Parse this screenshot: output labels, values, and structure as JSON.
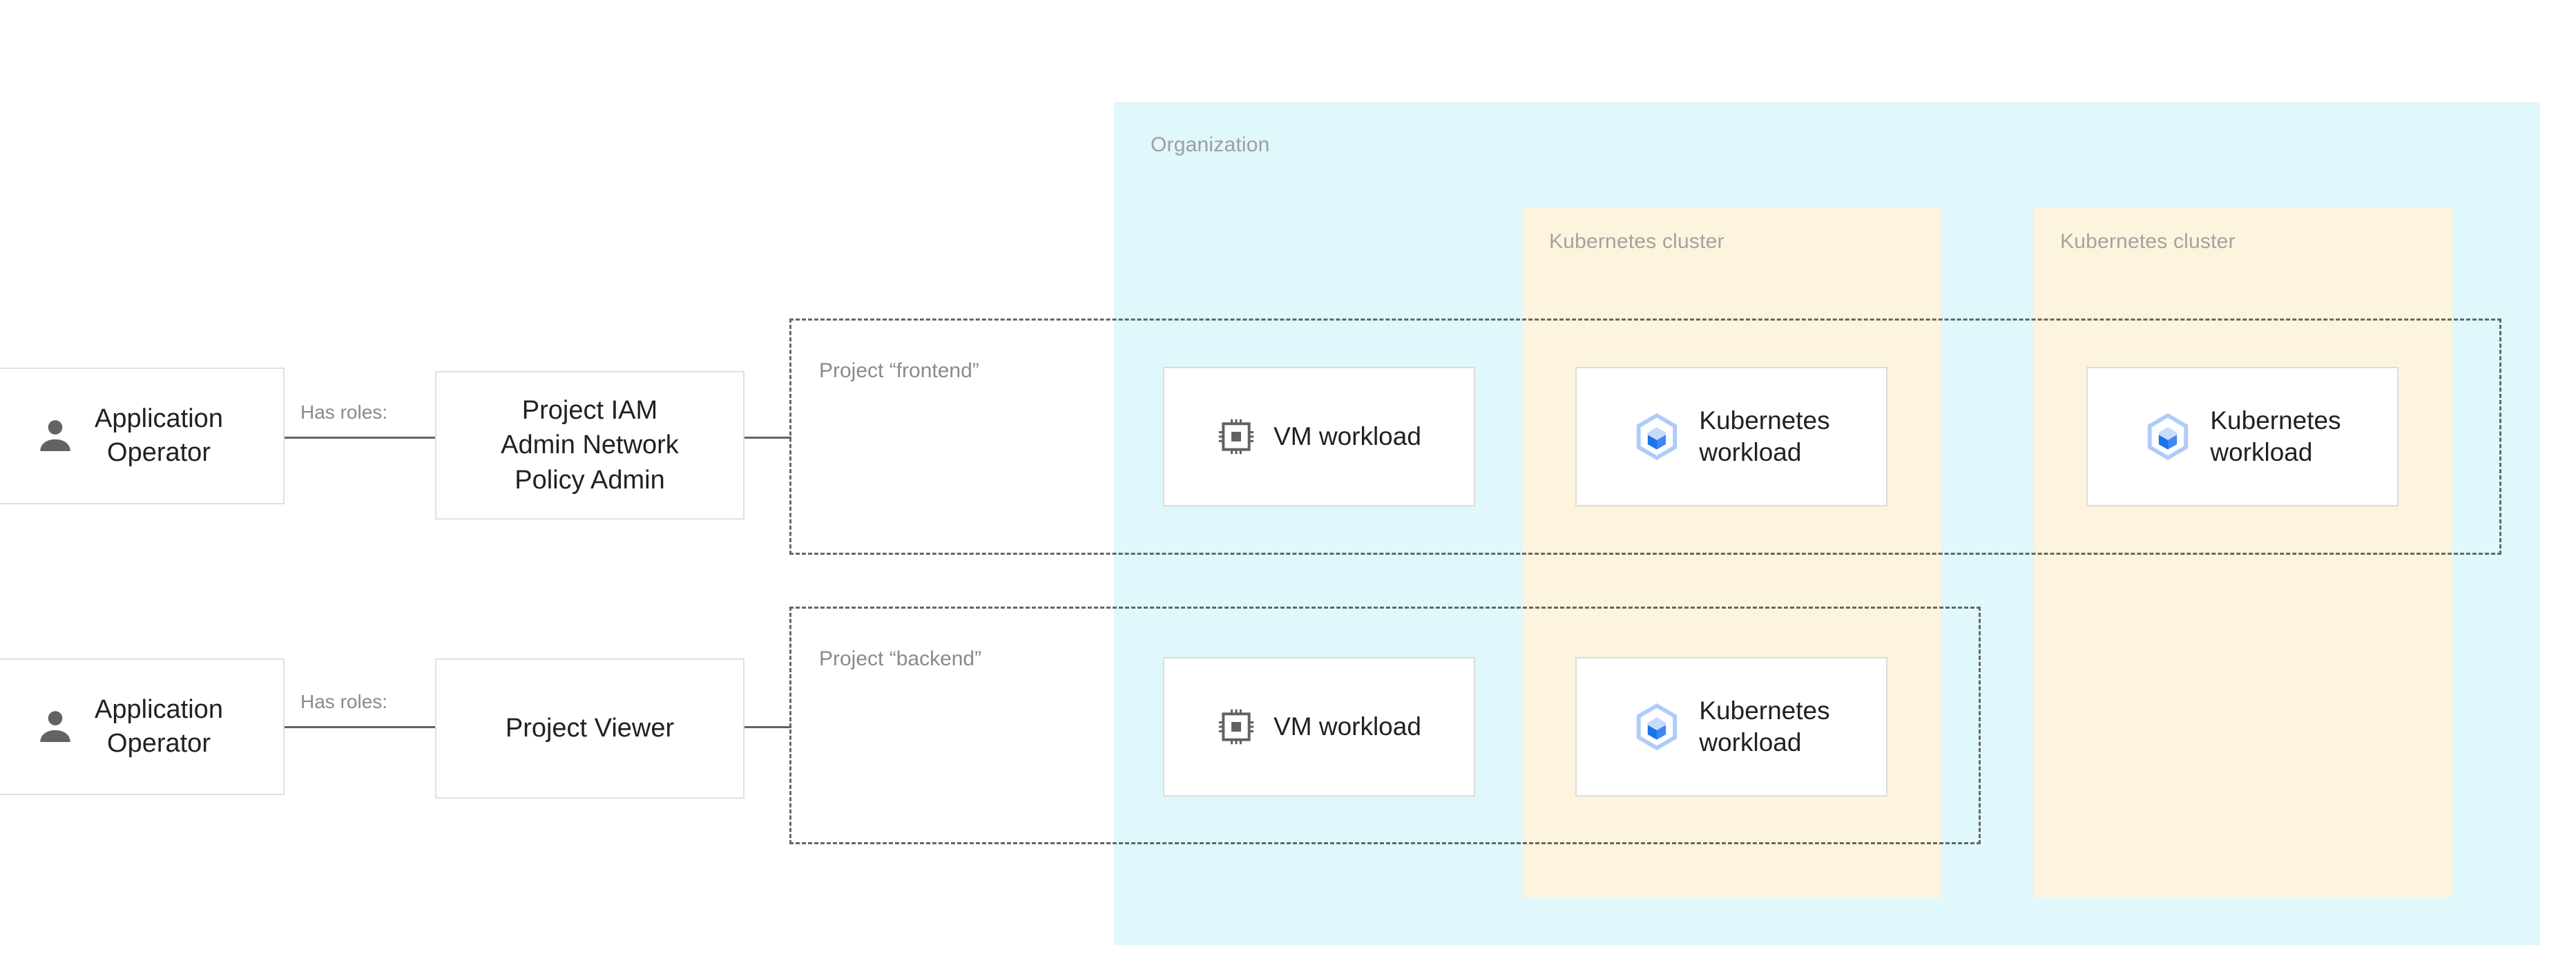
{
  "diagram": {
    "organization": {
      "label": "Organization"
    },
    "clusters": [
      {
        "label": "Kubernetes cluster"
      },
      {
        "label": "Kubernetes cluster"
      }
    ],
    "projects": [
      {
        "label": "Project “frontend”"
      },
      {
        "label": "Project “backend”"
      }
    ],
    "rows": [
      {
        "user": {
          "label": "Application\nOperator",
          "icon": "person-icon"
        },
        "connector_label": "Has roles:",
        "role": {
          "label": "Project IAM\nAdmin Network\nPolicy Admin"
        },
        "workloads": [
          {
            "label": "VM workload",
            "icon": "cpu-chip-icon"
          },
          {
            "label": "Kubernetes\nworkload",
            "icon": "kubernetes-hexagon-icon"
          },
          {
            "label": "Kubernetes\nworkload",
            "icon": "kubernetes-hexagon-icon"
          }
        ]
      },
      {
        "user": {
          "label": "Application\nOperator",
          "icon": "person-icon"
        },
        "connector_label": "Has roles:",
        "role": {
          "label": "Project Viewer"
        },
        "workloads": [
          {
            "label": "VM workload",
            "icon": "cpu-chip-icon"
          },
          {
            "label": "Kubernetes\nworkload",
            "icon": "kubernetes-hexagon-icon"
          }
        ]
      }
    ],
    "colors": {
      "organization_fill": "#e0f7fb",
      "cluster_fill": "#fdf4de",
      "card_border": "#dcdcdc",
      "connector": "#5f6368",
      "muted_text": "#9e9e9e",
      "body_text": "#202124",
      "kubernetes_light": "#aecbfa",
      "kubernetes_dark": "#1a73e8"
    }
  }
}
